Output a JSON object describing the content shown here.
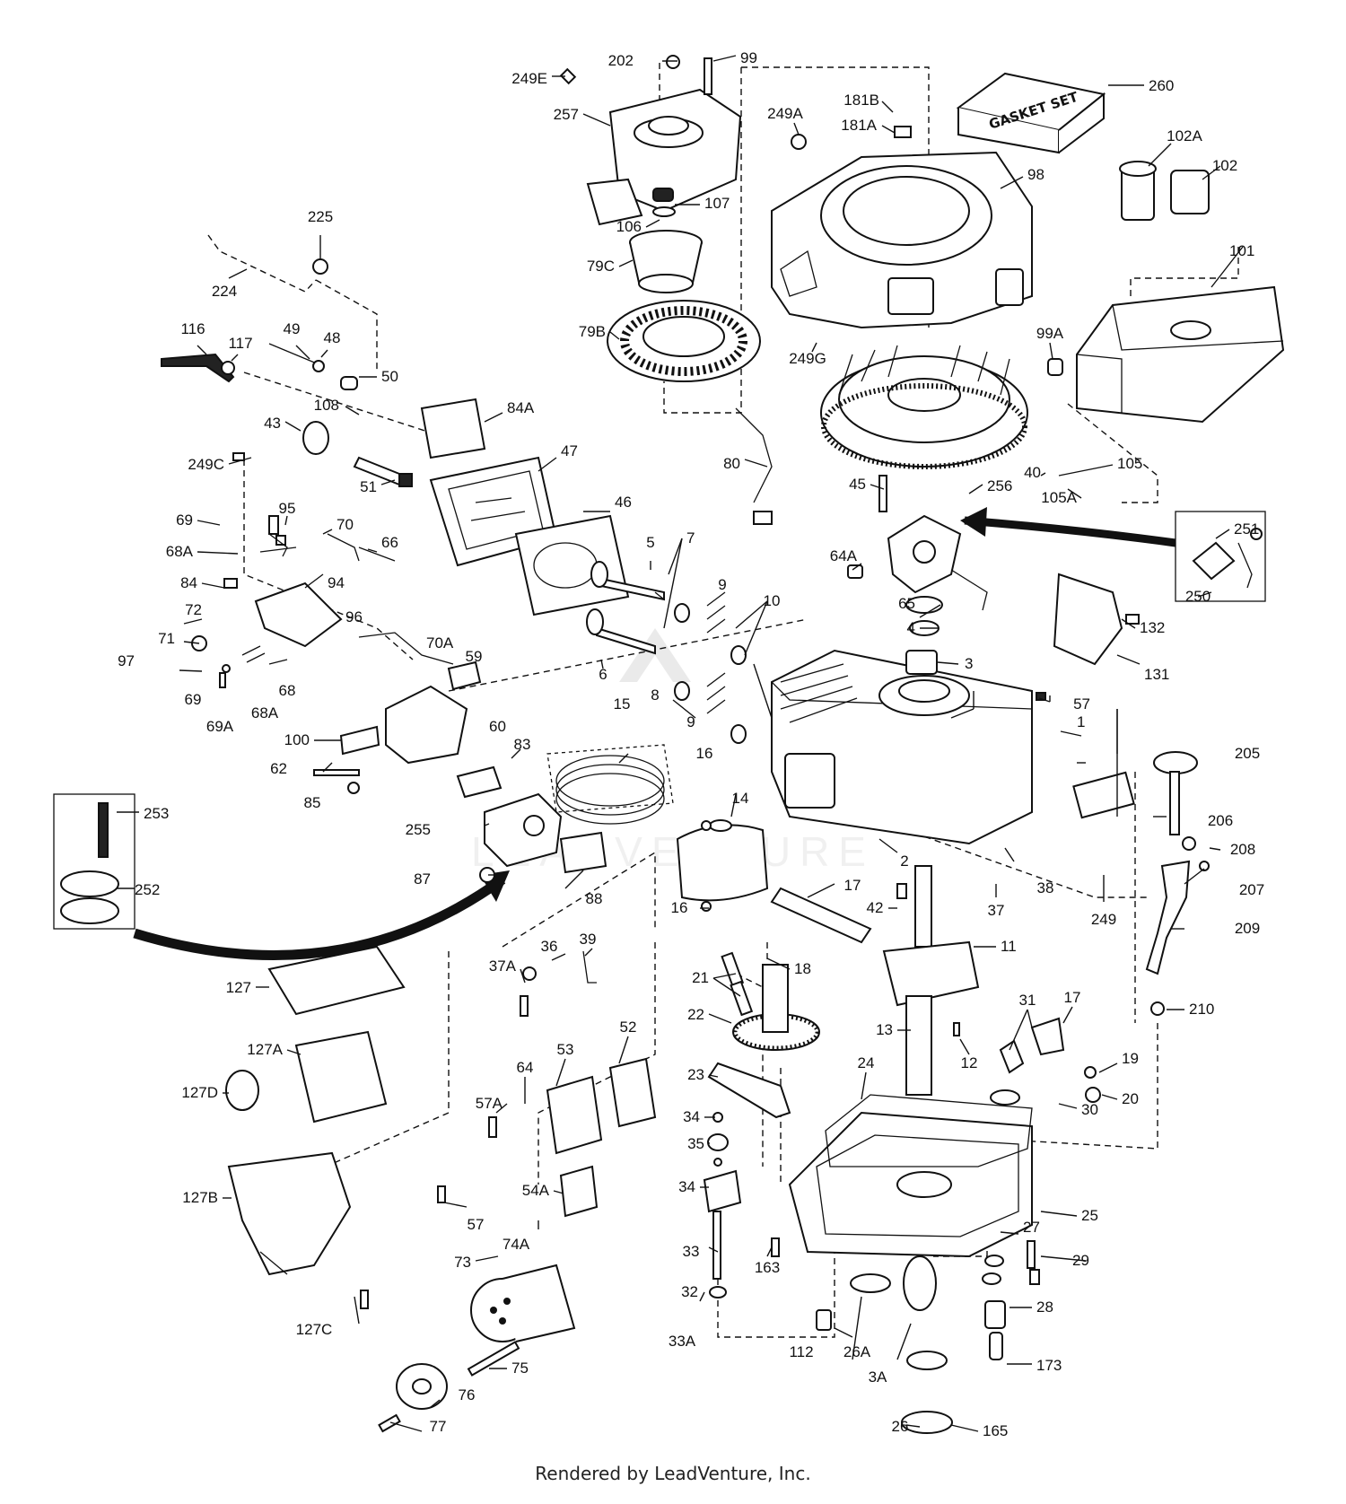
{
  "box_label": "GASKET SET",
  "footer": "Rendered by LeadVenture, Inc.",
  "watermark": "LEADVENTURE",
  "callouts": [
    {
      "id": "260",
      "text": "260"
    },
    {
      "id": "202",
      "text": "202"
    },
    {
      "id": "99",
      "text": "99"
    },
    {
      "id": "249E",
      "text": "249E"
    },
    {
      "id": "257",
      "text": "257"
    },
    {
      "id": "181B",
      "text": "181B"
    },
    {
      "id": "181A",
      "text": "181A"
    },
    {
      "id": "249A",
      "text": "249A"
    },
    {
      "id": "102A",
      "text": "102A"
    },
    {
      "id": "102",
      "text": "102"
    },
    {
      "id": "98",
      "text": "98"
    },
    {
      "id": "107",
      "text": "107"
    },
    {
      "id": "106",
      "text": "106"
    },
    {
      "id": "225",
      "text": "225"
    },
    {
      "id": "79C",
      "text": "79C"
    },
    {
      "id": "101",
      "text": "101"
    },
    {
      "id": "224",
      "text": "224"
    },
    {
      "id": "79B",
      "text": "79B"
    },
    {
      "id": "249G",
      "text": "249G"
    },
    {
      "id": "99A",
      "text": "99A"
    },
    {
      "id": "116",
      "text": "116"
    },
    {
      "id": "49",
      "text": "49"
    },
    {
      "id": "48",
      "text": "48"
    },
    {
      "id": "117",
      "text": "117"
    },
    {
      "id": "50",
      "text": "50"
    },
    {
      "id": "108",
      "text": "108"
    },
    {
      "id": "84A",
      "text": "84A"
    },
    {
      "id": "43",
      "text": "43"
    },
    {
      "id": "80",
      "text": "80"
    },
    {
      "id": "249C",
      "text": "249C"
    },
    {
      "id": "47",
      "text": "47"
    },
    {
      "id": "40",
      "text": "40"
    },
    {
      "id": "105",
      "text": "105"
    },
    {
      "id": "51",
      "text": "51"
    },
    {
      "id": "45",
      "text": "45"
    },
    {
      "id": "256",
      "text": "256"
    },
    {
      "id": "105A",
      "text": "105A"
    },
    {
      "id": "46",
      "text": "46"
    },
    {
      "id": "69",
      "text": "69"
    },
    {
      "id": "95",
      "text": "95"
    },
    {
      "id": "70",
      "text": "70"
    },
    {
      "id": "7",
      "text": "7"
    },
    {
      "id": "251",
      "text": "251"
    },
    {
      "id": "68A",
      "text": "68A"
    },
    {
      "id": "66",
      "text": "66"
    },
    {
      "id": "5",
      "text": "5"
    },
    {
      "id": "64A",
      "text": "64A"
    },
    {
      "id": "84",
      "text": "84"
    },
    {
      "id": "94",
      "text": "94"
    },
    {
      "id": "9",
      "text": "9"
    },
    {
      "id": "10",
      "text": "10"
    },
    {
      "id": "250",
      "text": "250"
    },
    {
      "id": "72",
      "text": "72"
    },
    {
      "id": "96",
      "text": "96"
    },
    {
      "id": "65",
      "text": "65"
    },
    {
      "id": "132",
      "text": "132"
    },
    {
      "id": "71",
      "text": "71"
    },
    {
      "id": "70A",
      "text": "70A"
    },
    {
      "id": "4",
      "text": "4"
    },
    {
      "id": "97",
      "text": "97"
    },
    {
      "id": "6",
      "text": "6"
    },
    {
      "id": "59",
      "text": "59"
    },
    {
      "id": "3",
      "text": "3"
    },
    {
      "id": "131",
      "text": "131"
    },
    {
      "id": "69_b",
      "text": "69"
    },
    {
      "id": "68",
      "text": "68"
    },
    {
      "id": "8",
      "text": "8"
    },
    {
      "id": "9_b",
      "text": "9"
    },
    {
      "id": "57",
      "text": "57"
    },
    {
      "id": "68A_b",
      "text": "68A"
    },
    {
      "id": "69A",
      "text": "69A"
    },
    {
      "id": "100",
      "text": "100"
    },
    {
      "id": "60",
      "text": "60"
    },
    {
      "id": "15",
      "text": "15"
    },
    {
      "id": "1",
      "text": "1"
    },
    {
      "id": "205",
      "text": "205"
    },
    {
      "id": "62",
      "text": "62"
    },
    {
      "id": "16",
      "text": "16"
    },
    {
      "id": "83",
      "text": "83"
    },
    {
      "id": "85",
      "text": "85"
    },
    {
      "id": "14",
      "text": "14"
    },
    {
      "id": "253",
      "text": "253"
    },
    {
      "id": "206",
      "text": "206"
    },
    {
      "id": "255",
      "text": "255"
    },
    {
      "id": "2",
      "text": "2"
    },
    {
      "id": "208",
      "text": "208"
    },
    {
      "id": "87",
      "text": "87"
    },
    {
      "id": "38",
      "text": "38"
    },
    {
      "id": "207",
      "text": "207"
    },
    {
      "id": "252",
      "text": "252"
    },
    {
      "id": "88",
      "text": "88"
    },
    {
      "id": "17",
      "text": "17"
    },
    {
      "id": "37",
      "text": "37"
    },
    {
      "id": "16_b",
      "text": "16"
    },
    {
      "id": "42",
      "text": "42"
    },
    {
      "id": "249",
      "text": "249"
    },
    {
      "id": "18",
      "text": "18"
    },
    {
      "id": "39",
      "text": "39"
    },
    {
      "id": "36",
      "text": "36"
    },
    {
      "id": "209",
      "text": "209"
    },
    {
      "id": "11",
      "text": "11"
    },
    {
      "id": "37A",
      "text": "37A"
    },
    {
      "id": "21",
      "text": "21"
    },
    {
      "id": "127",
      "text": "127"
    },
    {
      "id": "22",
      "text": "22"
    },
    {
      "id": "210",
      "text": "210"
    },
    {
      "id": "52",
      "text": "52"
    },
    {
      "id": "13",
      "text": "13"
    },
    {
      "id": "31",
      "text": "31"
    },
    {
      "id": "17_b",
      "text": "17"
    },
    {
      "id": "127A",
      "text": "127A"
    },
    {
      "id": "53",
      "text": "53"
    },
    {
      "id": "12",
      "text": "12"
    },
    {
      "id": "19",
      "text": "19"
    },
    {
      "id": "24",
      "text": "24"
    },
    {
      "id": "23",
      "text": "23"
    },
    {
      "id": "64",
      "text": "64"
    },
    {
      "id": "127D",
      "text": "127D"
    },
    {
      "id": "20",
      "text": "20"
    },
    {
      "id": "57A",
      "text": "57A"
    },
    {
      "id": "30",
      "text": "30"
    },
    {
      "id": "34",
      "text": "34"
    },
    {
      "id": "35",
      "text": "35"
    },
    {
      "id": "127B",
      "text": "127B"
    },
    {
      "id": "34_b",
      "text": "34"
    },
    {
      "id": "54A",
      "text": "54A"
    },
    {
      "id": "25",
      "text": "25"
    },
    {
      "id": "57_b",
      "text": "57"
    },
    {
      "id": "27",
      "text": "27"
    },
    {
      "id": "74A",
      "text": "74A"
    },
    {
      "id": "33",
      "text": "33"
    },
    {
      "id": "163",
      "text": "163"
    },
    {
      "id": "29",
      "text": "29"
    },
    {
      "id": "73",
      "text": "73"
    },
    {
      "id": "32",
      "text": "32"
    },
    {
      "id": "28",
      "text": "28"
    },
    {
      "id": "127C",
      "text": "127C"
    },
    {
      "id": "33A",
      "text": "33A"
    },
    {
      "id": "112",
      "text": "112"
    },
    {
      "id": "26A",
      "text": "26A"
    },
    {
      "id": "75",
      "text": "75"
    },
    {
      "id": "173",
      "text": "173"
    },
    {
      "id": "3A",
      "text": "3A"
    },
    {
      "id": "76",
      "text": "76"
    },
    {
      "id": "26",
      "text": "26"
    },
    {
      "id": "165",
      "text": "165"
    },
    {
      "id": "77",
      "text": "77"
    }
  ]
}
